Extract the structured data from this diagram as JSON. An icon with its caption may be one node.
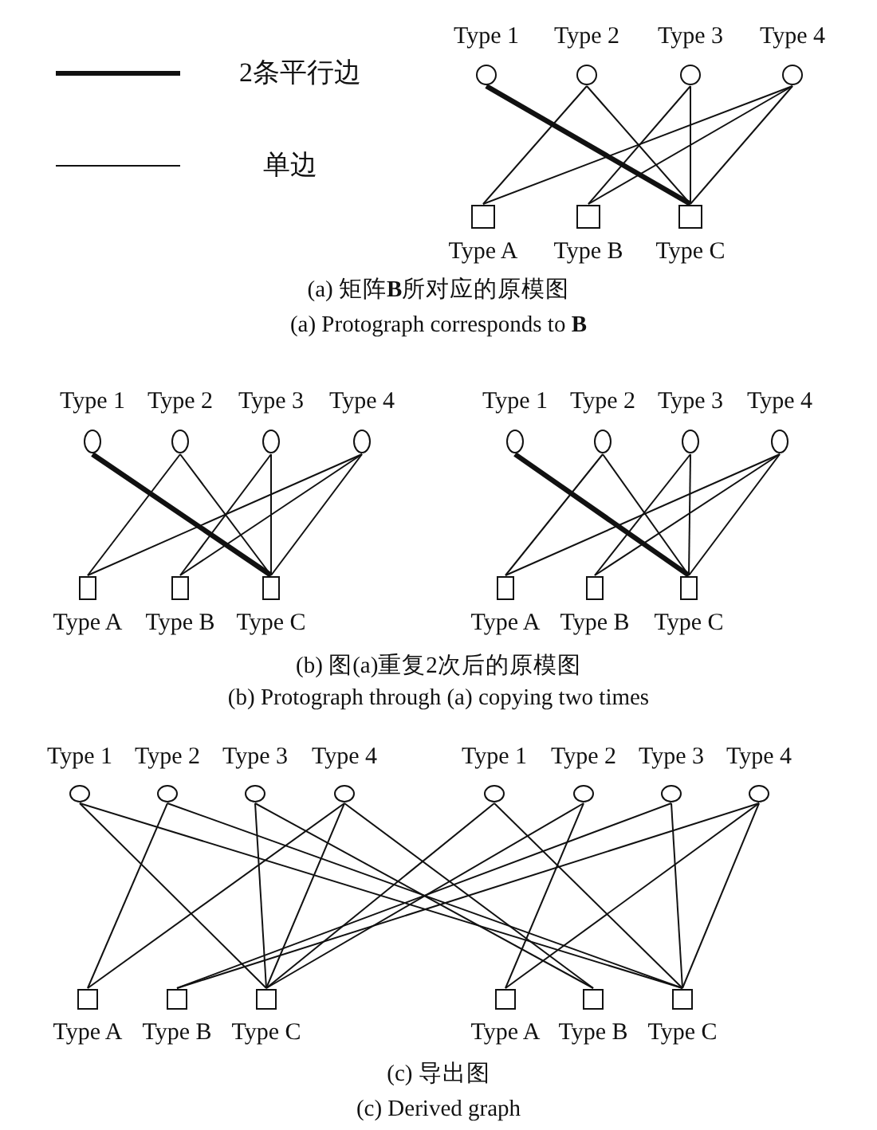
{
  "diagram": {
    "nodes": [
      {
        "text": [
          "Type 1"
        ]
      },
      {
        "text": [
          "Type 2"
        ]
      },
      {
        "text": [
          "Type 3"
        ]
      },
      {
        "text": [
          "Type 4"
        ]
      },
      {
        "text": [
          "Type A"
        ]
      },
      {
        "text": [
          "Type B"
        ]
      },
      {
        "text": [
          "Type C"
        ]
      },
      {
        "text": [
          "Type 1"
        ]
      },
      {
        "text": [
          "Type 2"
        ]
      },
      {
        "text": [
          "Type 3"
        ]
      },
      {
        "text": [
          "Type 4"
        ]
      },
      {
        "text": [
          "Type A"
        ]
      },
      {
        "text": [
          "Type B"
        ]
      },
      {
        "text": [
          "Type C"
        ]
      },
      {
        "text": [
          "Type 1"
        ]
      },
      {
        "text": [
          "Type 2"
        ]
      },
      {
        "text": [
          "Type 3"
        ]
      },
      {
        "text": [
          "Type 4"
        ]
      },
      {
        "text": [
          "Type A"
        ]
      },
      {
        "text": [
          "Type B"
        ]
      },
      {
        "text": [
          "Type C"
        ]
      },
      {
        "text": [
          "Type 1"
        ]
      },
      {
        "text": [
          "Type 2"
        ]
      },
      {
        "text": [
          "Type 3"
        ]
      },
      {
        "text": [
          "Type 4"
        ]
      },
      {
        "text": [
          "Type 1"
        ]
      },
      {
        "text": [
          "Type 2"
        ]
      },
      {
        "text": [
          "Type 3"
        ]
      },
      {
        "text": [
          "Type 4"
        ]
      },
      {
        "text": [
          "Type A"
        ]
      },
      {
        "text": [
          "Type B"
        ]
      },
      {
        "text": [
          "Type C"
        ]
      },
      {
        "text": [
          "Type A"
        ]
      },
      {
        "text": [
          "Type B"
        ]
      },
      {
        "text": [
          "Type C"
        ]
      }
    ],
    "edges": [
      {
        "from": 0,
        "to": 6,
        "arrow": "none",
        "style": "thick"
      },
      {
        "from": 1,
        "to": 4,
        "arrow": "none"
      },
      {
        "from": 1,
        "to": 6,
        "arrow": "none"
      },
      {
        "from": 2,
        "to": 5,
        "arrow": "none"
      },
      {
        "from": 2,
        "to": 6,
        "arrow": "none"
      },
      {
        "from": 3,
        "to": 4,
        "arrow": "none"
      },
      {
        "from": 3,
        "to": 5,
        "arrow": "none"
      },
      {
        "from": 3,
        "to": 6,
        "arrow": "none"
      },
      {
        "from": 7,
        "to": 13,
        "arrow": "none",
        "style": "thick"
      },
      {
        "from": 8,
        "to": 11,
        "arrow": "none"
      },
      {
        "from": 8,
        "to": 13,
        "arrow": "none"
      },
      {
        "from": 9,
        "to": 12,
        "arrow": "none"
      },
      {
        "from": 9,
        "to": 13,
        "arrow": "none"
      },
      {
        "from": 10,
        "to": 11,
        "arrow": "none"
      },
      {
        "from": 10,
        "to": 12,
        "arrow": "none"
      },
      {
        "from": 10,
        "to": 13,
        "arrow": "none"
      },
      {
        "from": 14,
        "to": 20,
        "arrow": "none",
        "style": "thick"
      },
      {
        "from": 15,
        "to": 18,
        "arrow": "none"
      },
      {
        "from": 15,
        "to": 20,
        "arrow": "none"
      },
      {
        "from": 16,
        "to": 19,
        "arrow": "none"
      },
      {
        "from": 16,
        "to": 20,
        "arrow": "none"
      },
      {
        "from": 17,
        "to": 18,
        "arrow": "none"
      },
      {
        "from": 17,
        "to": 19,
        "arrow": "none"
      },
      {
        "from": 17,
        "to": 20,
        "arrow": "none"
      },
      {
        "from": 21,
        "to": 31,
        "arrow": "none"
      },
      {
        "from": 21,
        "to": 34,
        "arrow": "none"
      },
      {
        "from": 22,
        "to": 29,
        "arrow": "none"
      },
      {
        "from": 22,
        "to": 34,
        "arrow": "none"
      },
      {
        "from": 23,
        "to": 31,
        "arrow": "none"
      },
      {
        "from": 23,
        "to": 33,
        "arrow": "none"
      },
      {
        "from": 24,
        "to": 29,
        "arrow": "none"
      },
      {
        "from": 24,
        "to": 31,
        "arrow": "none"
      },
      {
        "from": 24,
        "to": 33,
        "arrow": "none"
      },
      {
        "from": 25,
        "to": 31,
        "arrow": "none"
      },
      {
        "from": 25,
        "to": 34,
        "arrow": "none"
      },
      {
        "from": 26,
        "to": 31,
        "arrow": "none"
      },
      {
        "from": 26,
        "to": 32,
        "arrow": "none"
      },
      {
        "from": 27,
        "to": 30,
        "arrow": "none"
      },
      {
        "from": 27,
        "to": 34,
        "arrow": "none"
      },
      {
        "from": 28,
        "to": 30,
        "arrow": "none"
      },
      {
        "from": 28,
        "to": 32,
        "arrow": "none"
      },
      {
        "from": 28,
        "to": 34,
        "arrow": "none"
      }
    ],
    "labels": [
      "(a) 矩阵**B**所对应的原模图",
      "(a) Protograph corresponds to **B**",
      "(b) 图(a)重复2次后的原模图",
      "(b) Protograph through (a) copying two times",
      "(c) 导出图",
      "(c) Derived graph"
    ],
    "legend": [
      {
        "text": "2条平行边"
      },
      {
        "text": "单边"
      }
    ]
  }
}
